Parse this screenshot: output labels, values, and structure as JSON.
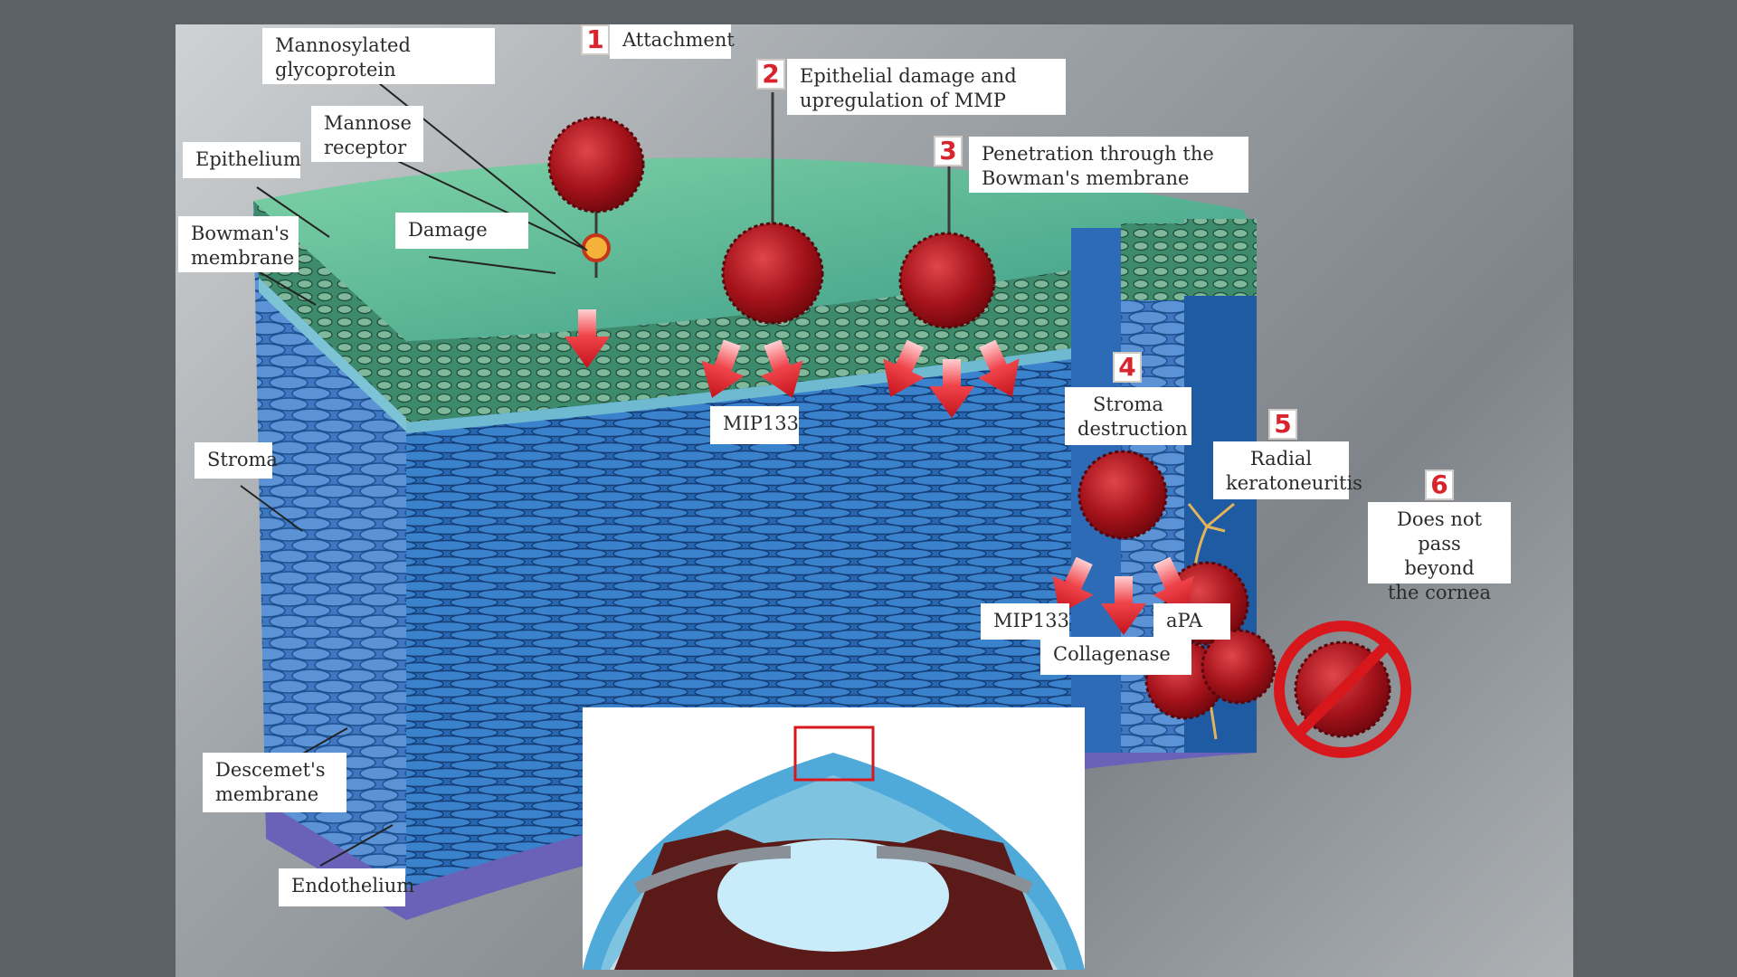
{
  "labels": {
    "mannosylated_glycoprotein": "Mannosylated\nglycoprotein",
    "mannose_receptor": "Mannose\nreceptor",
    "epithelium": "Epithelium",
    "bowmans_membrane": "Bowman's\nmembrane",
    "damage": "Damage",
    "stroma": "Stroma",
    "descemets_membrane": "Descemet's\nmembrane",
    "endothelium": "Endothelium",
    "mip133_left": "MIP133",
    "mip133_right": "MIP133",
    "apa": "aPA",
    "collagenase": "Collagenase"
  },
  "steps": [
    {
      "number": "1",
      "text": "Attachment"
    },
    {
      "number": "2",
      "text": "Epithelial damage and\nupregulation of MMP"
    },
    {
      "number": "3",
      "text": "Penetration through the\nBowman's membrane"
    },
    {
      "number": "4",
      "text": "Stroma\ndestruction"
    },
    {
      "number": "5",
      "text": "Radial\nkeratoneuritis"
    },
    {
      "number": "6",
      "text": "Does not\npass beyond\nthe cornea"
    }
  ],
  "colors": {
    "background": "#5c6166",
    "surface_green": "#3fae8a",
    "epithelium": "#3f8f6f",
    "stroma_blue": "#1f5fa8",
    "descemet": "#6a62b8",
    "organism_red": "#b0151b",
    "arrow_red": "#e8323a",
    "step_number": "#d9232d",
    "prohibit_red": "#d8171c"
  },
  "icons": {
    "arrow": "down-arrow-icon",
    "prohibited": "prohibited-icon",
    "organism": "acanthamoeba-icon"
  }
}
